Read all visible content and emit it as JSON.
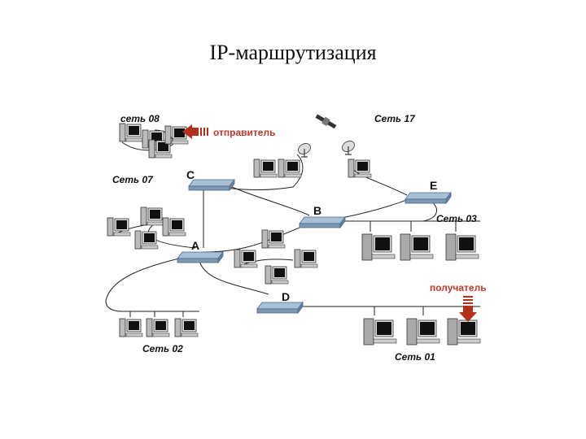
{
  "title": "IP-маршрутизация",
  "networks": {
    "n08": "сеть 08",
    "n17": "Сеть 17",
    "n07": "Сеть 07",
    "n03": "Сеть 03",
    "n02": "Сеть 02",
    "n01": "Сеть 01"
  },
  "routers": {
    "a": "A",
    "b": "B",
    "c": "C",
    "d": "D",
    "e": "E"
  },
  "labels": {
    "sender": "отправитель",
    "receiver": "получатель"
  },
  "colors": {
    "router": "#8fa8c0",
    "cable": "#222222",
    "arrow": "#b5301c",
    "red_text": "#c0392b"
  }
}
